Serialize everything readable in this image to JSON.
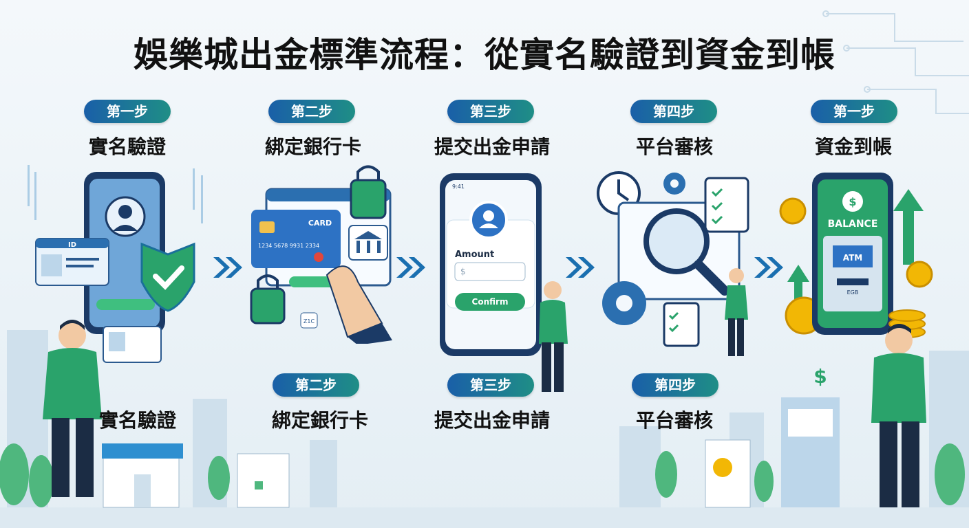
{
  "title": "娛樂城出金標準流程：從實名驗證到資金到帳",
  "steps": [
    {
      "badge": "第一步",
      "title": "實名驗證"
    },
    {
      "badge": "第二步",
      "title": "綁定銀行卡"
    },
    {
      "badge": "第三步",
      "title": "提交出金申請"
    },
    {
      "badge": "第四步",
      "title": "平台審核"
    },
    {
      "badge": "第一步",
      "title": "資金到帳"
    }
  ],
  "lower": [
    {
      "badge": "",
      "title": "實名驗證"
    },
    {
      "badge": "第二步",
      "title": "綁定銀行卡"
    },
    {
      "badge": "第三步",
      "title": "提交出金申請"
    },
    {
      "badge": "第四步",
      "title": "平台審核"
    }
  ],
  "card": {
    "label": "CARD",
    "number": "1234 5678 9931 2334"
  },
  "id_card": {
    "label": "ID"
  },
  "form": {
    "amount_label": "Amount",
    "amount_placeholder": "$",
    "confirm_label": "Confirm"
  },
  "phone_time": "9:41",
  "atm": {
    "balance_label": "BALANCE",
    "atm_label": "ATM",
    "slot_label": "EGB"
  },
  "code_label": "Z1C",
  "colors": {
    "accent_blue": "#1a5fa8",
    "accent_green": "#2aa36b",
    "gold": "#f2b705"
  }
}
